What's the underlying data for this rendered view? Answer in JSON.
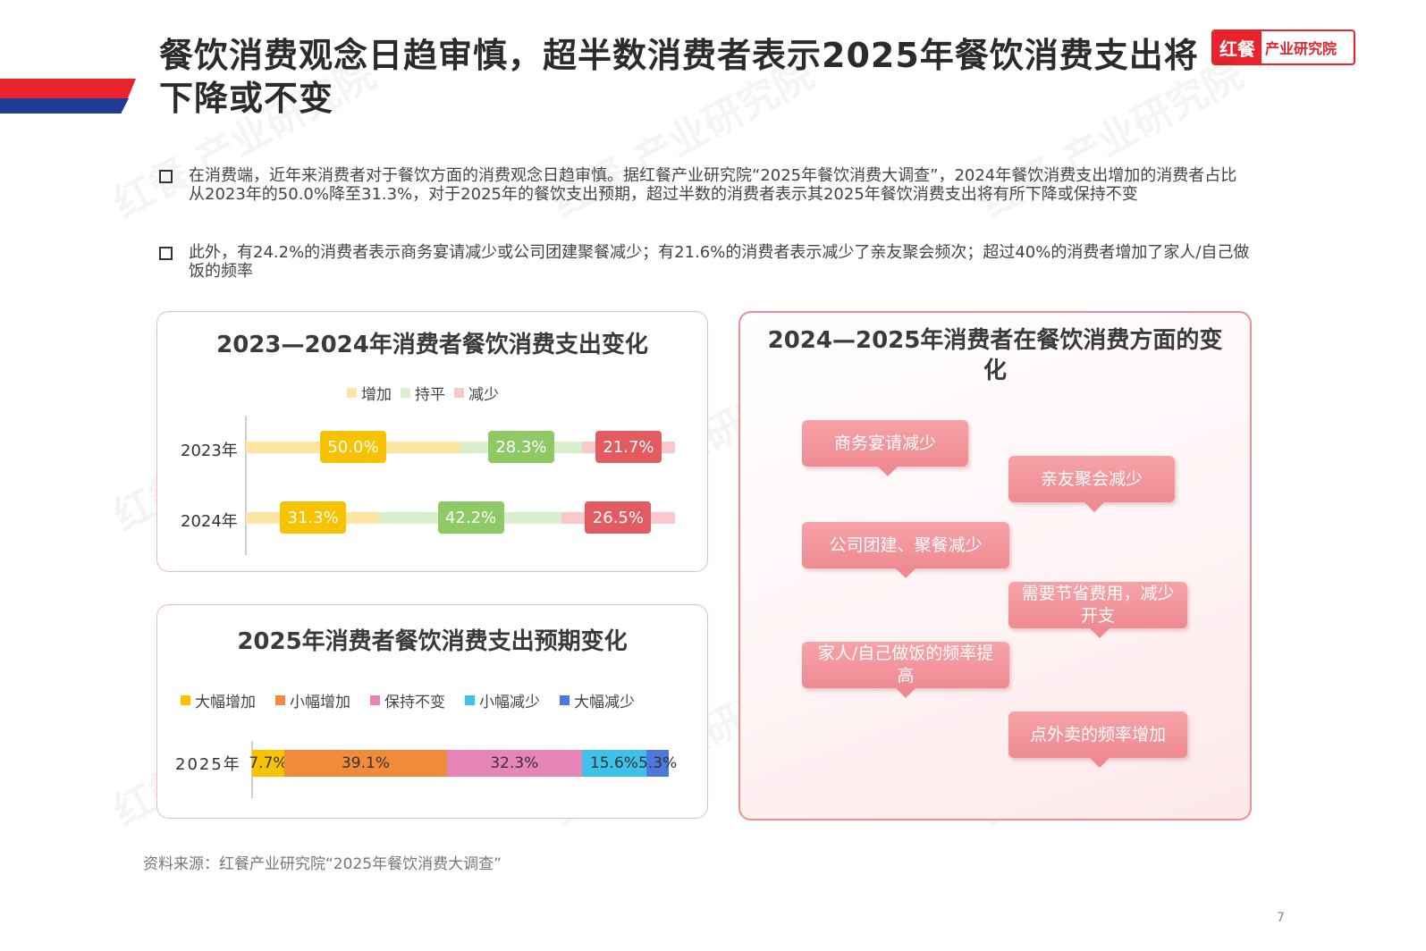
{
  "header": {
    "title": "餐饮消费观念日趋审慎，超半数消费者表示2025年餐饮消费支出将下降或不变",
    "logo_main": "红餐",
    "logo_sub": "产业研究院"
  },
  "bullets": [
    "在消费端，近年来消费者对于餐饮方面的消费观念日趋审慎。据红餐产业研究院“2025年餐饮消费大调查”，2024年餐饮消费支出增加的消费者占比从2023年的50.0%降至31.3%，对于2025年的餐饮支出预期，超过半数的消费者表示其2025年餐饮消费支出将有所下降或保持不变",
    "此外，有24.2%的消费者表示商务宴请减少或公司团建聚餐减少；有21.6%的消费者表示减少了亲友聚会频次；超过40%的消费者增加了家人/自己做饭的频率"
  ],
  "chart_data": [
    {
      "type": "bar",
      "title": "2023—2024年消费者餐饮消费支出变化",
      "categories": [
        "2023年",
        "2024年"
      ],
      "series": [
        {
          "name": "增加",
          "values": [
            50.0,
            31.3
          ]
        },
        {
          "name": "持平",
          "values": [
            28.3,
            42.2
          ]
        },
        {
          "name": "减少",
          "values": [
            21.7,
            26.5
          ]
        }
      ],
      "data_labels": [
        [
          "50.0%",
          "28.3%",
          "21.7%"
        ],
        [
          "31.3%",
          "42.2%",
          "26.5%"
        ]
      ],
      "colors": {
        "track": [
          "#fde5a4",
          "#d9efcd",
          "#f9c8cb"
        ],
        "label": [
          "#f7c200",
          "#8fc966",
          "#e25b60"
        ]
      },
      "legend_position": "top"
    },
    {
      "type": "bar",
      "title": "2025年消费者餐饮消费支出预期变化",
      "categories": [
        "2025年"
      ],
      "series": [
        {
          "name": "大幅增加",
          "values": [
            7.7
          ]
        },
        {
          "name": "小幅增加",
          "values": [
            39.1
          ]
        },
        {
          "name": "保持不变",
          "values": [
            32.3
          ]
        },
        {
          "name": "小幅减少",
          "values": [
            15.6
          ]
        },
        {
          "name": "大幅减少",
          "values": [
            5.3
          ]
        }
      ],
      "data_labels": [
        "7.7%",
        "39.1%",
        "32.3%",
        "15.6%",
        "5.3%"
      ],
      "colors": [
        "#f7c200",
        "#f28a3c",
        "#e885b8",
        "#3ec1ea",
        "#4d79de"
      ],
      "stacked": true,
      "legend_position": "top"
    }
  ],
  "right_panel": {
    "title": "2024—2025年消费者在餐饮消费方面的变化",
    "callouts": [
      "商务宴请减少",
      "亲友聚会减少",
      "公司团建、聚餐减少",
      "需要节省费用，减少开支",
      "家人/自己做饭的频率提高",
      "点外卖的频率增加"
    ]
  },
  "watermark": "红餐 产业研究院",
  "source": "资料来源：红餐产业研究院“2025年餐饮消费大调查”",
  "page_number": "7"
}
